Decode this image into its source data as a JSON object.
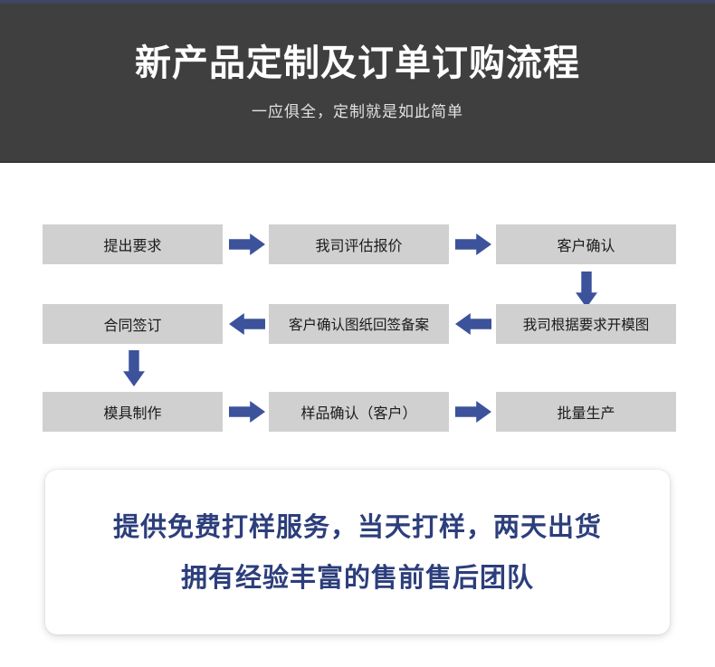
{
  "header": {
    "title": "新产品定制及订单订购流程",
    "subtitle": "一应俱全，定制就是如此简单",
    "background_color": "#3f3f3f",
    "top_strip_color": "#3e4663",
    "title_color": "#ffffff",
    "subtitle_color": "#e2e2e2"
  },
  "flow": {
    "node_fill_color": "#d0d0d0",
    "node_text_color": "#1a1a1a",
    "arrow_color": "#3c529b",
    "rows": [
      {
        "row": 1,
        "nodes": [
          {
            "label": "提出要求"
          },
          {
            "label": "我司评估报价"
          },
          {
            "label": "客户确认"
          }
        ],
        "arrows": [
          {
            "direction": "right"
          },
          {
            "direction": "right"
          }
        ]
      },
      {
        "row": 2,
        "nodes": [
          {
            "label": "合同签订"
          },
          {
            "label": "客户确认图纸回签备案"
          },
          {
            "label": "我司根据要求开模图"
          }
        ],
        "arrows": [
          {
            "direction": "left"
          },
          {
            "direction": "left"
          }
        ]
      },
      {
        "row": 3,
        "nodes": [
          {
            "label": "模具制作"
          },
          {
            "label": "样品确认（客户）"
          },
          {
            "label": "批量生产"
          }
        ],
        "arrows": [
          {
            "direction": "right"
          },
          {
            "direction": "right"
          }
        ]
      }
    ],
    "connectors": [
      {
        "direction": "down",
        "from": "客户确认",
        "to": "我司根据要求开模图"
      },
      {
        "direction": "down",
        "from": "合同签订",
        "to": "模具制作"
      }
    ]
  },
  "promo": {
    "line1": "提供免费打样服务，当天打样，两天出货",
    "line2": "拥有经验丰富的售前售后团队",
    "text_color": "#2c3e7b",
    "background_color": "#ffffff"
  }
}
